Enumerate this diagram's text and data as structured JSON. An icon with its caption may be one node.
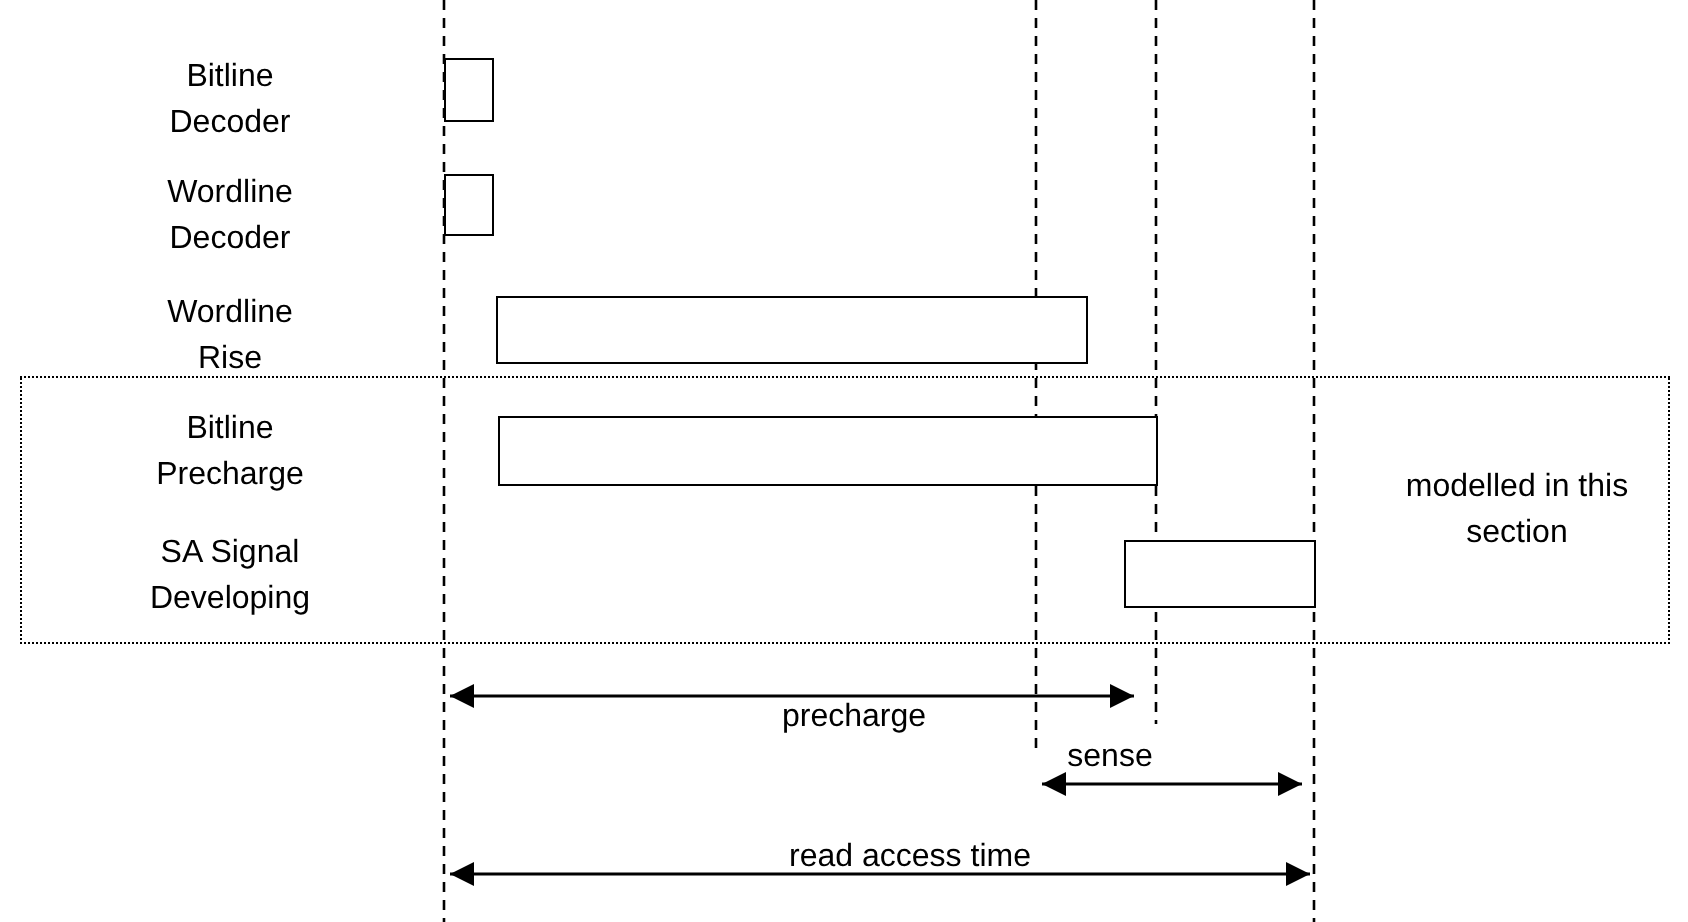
{
  "diagram": {
    "nodes": [
      {
        "text": [],
        "shape": "bar"
      },
      {
        "text": [],
        "shape": "bar"
      },
      {
        "text": [],
        "shape": "bar"
      },
      {
        "text": [
          "modelled in this section"
        ]
      },
      {
        "text": [],
        "shape": "bar",
        "in": 3
      },
      {
        "text": [],
        "shape": "bar",
        "in": 3
      }
    ],
    "edges": [],
    "labels": [
      "Bitline Decoder",
      "Wordline Decoder",
      "Wordline Rise",
      "Bitline Precharge",
      "SA Signal Developing",
      "precharge",
      "sense",
      "read access time"
    ]
  }
}
